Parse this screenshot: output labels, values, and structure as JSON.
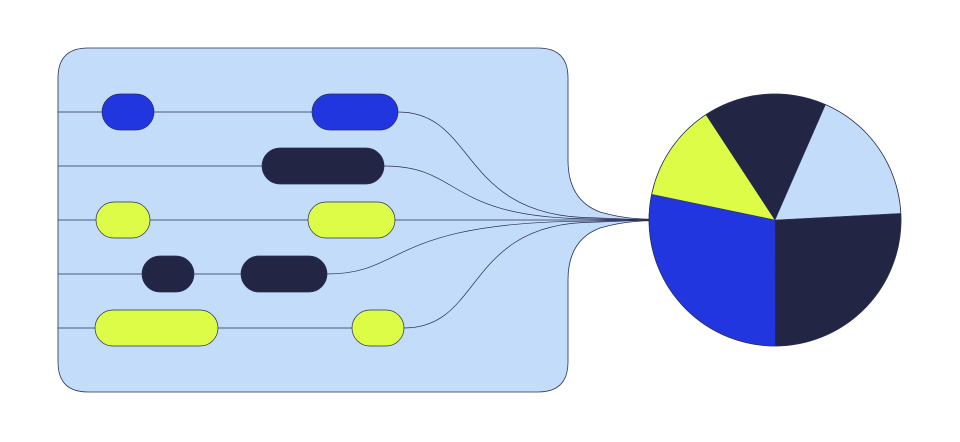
{
  "colors": {
    "blue": "#2236e0",
    "navy": "#232545",
    "lime": "#dcfc48",
    "light_blue": "#c2dcfa",
    "stroke": "#2a2f55",
    "background": "#ffffff"
  },
  "rows": [
    {
      "pills": [
        "blue",
        "blue"
      ]
    },
    {
      "pills": [
        "navy"
      ]
    },
    {
      "pills": [
        "lime",
        "lime"
      ]
    },
    {
      "pills": [
        "navy",
        "navy"
      ]
    },
    {
      "pills": [
        "lime",
        "lime"
      ]
    }
  ],
  "chart_data": {
    "type": "pie",
    "start_angle_deg": -3,
    "direction": "clockwise",
    "slices": [
      {
        "value": 25.8,
        "color": "#232545"
      },
      {
        "value": 28.3,
        "color": "#2236e0"
      },
      {
        "value": 12.5,
        "color": "#dcfc48"
      },
      {
        "value": 15.8,
        "color": "#232545"
      },
      {
        "value": 17.6,
        "color": "#c2dcfa"
      }
    ]
  }
}
